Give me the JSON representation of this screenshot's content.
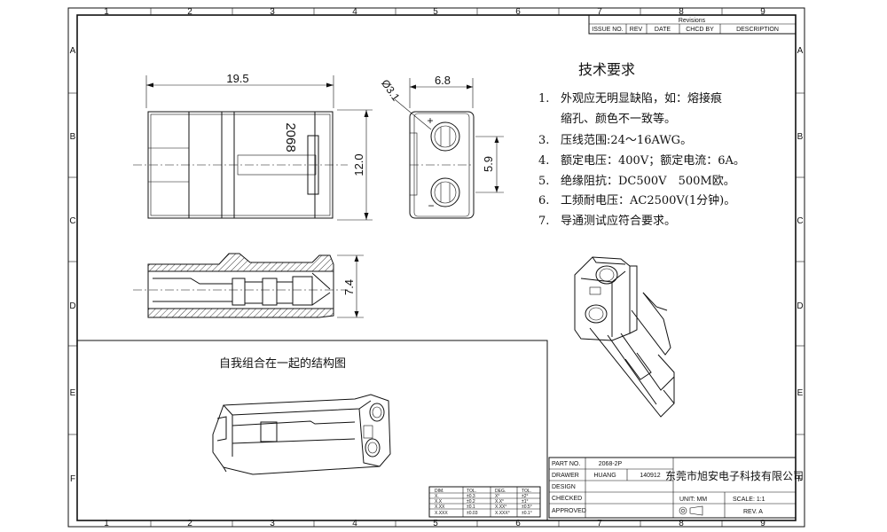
{
  "border": {
    "columns": [
      "1",
      "2",
      "3",
      "4",
      "5",
      "6",
      "7",
      "8",
      "9"
    ],
    "rows": [
      "A",
      "B",
      "C",
      "D",
      "E",
      "F"
    ]
  },
  "revisions": {
    "title": "Revisions",
    "headers": [
      "ISSUE NO.",
      "REV",
      "DATE",
      "CHCD BY",
      "DESCRIPTION"
    ]
  },
  "views": {
    "top": {
      "width_dim": "19.5",
      "height_dim": "12.0",
      "part_label": "2068"
    },
    "end": {
      "diameter_dim": "Ø3.1",
      "width_dim": "6.8",
      "pitch_dim": "5.9",
      "plus_mark": "+",
      "minus_mark": "−"
    },
    "section": {
      "height_dim": "7.4"
    }
  },
  "requirements": {
    "title": "技术要求",
    "items": [
      {
        "num": "1.",
        "lines": [
          "外观应无明显缺陷，如：熔接痕",
          "缩孔、颜色不一致等。"
        ]
      },
      {
        "num": "3.",
        "lines": [
          "压线范围:24～16AWG。"
        ]
      },
      {
        "num": "4.",
        "lines": [
          "额定电压：400V；额定电流：6A。"
        ]
      },
      {
        "num": "5.",
        "lines": [
          "绝缘阻抗：DC500V　500M欧。"
        ]
      },
      {
        "num": "6.",
        "lines": [
          "工频耐电压：AC2500V(1分钟)。"
        ]
      },
      {
        "num": "7.",
        "lines": [
          "导通测试应符合要求。"
        ]
      }
    ]
  },
  "assembly": {
    "caption": "自我组合在一起的结构图"
  },
  "tolerance_table": {
    "headers": [
      "DIM.",
      "TOL.",
      "DEG.",
      "TOL."
    ],
    "rows": [
      [
        "X.",
        "±0.3",
        "X°",
        "±2°"
      ],
      [
        "X.X",
        "±0.2",
        "X.X°",
        "±1°"
      ],
      [
        "X.XX",
        "±0.1",
        "X.XX°",
        "±0.5°"
      ],
      [
        "X.XXX",
        "±0.03",
        "X.XXX°",
        "±0.1°"
      ]
    ]
  },
  "title_block": {
    "labels": [
      "PART NO.",
      "DRAWER",
      "DESIGN",
      "CHECKED",
      "APPROVED"
    ],
    "part_no": "2068-2P",
    "drawer": "HUANG",
    "date": "140912",
    "company": "东莞市旭安电子科技有限公司",
    "unit": "UNIT:  MM",
    "scale": "SCALE: 1:1",
    "rev": "REV.   A"
  }
}
